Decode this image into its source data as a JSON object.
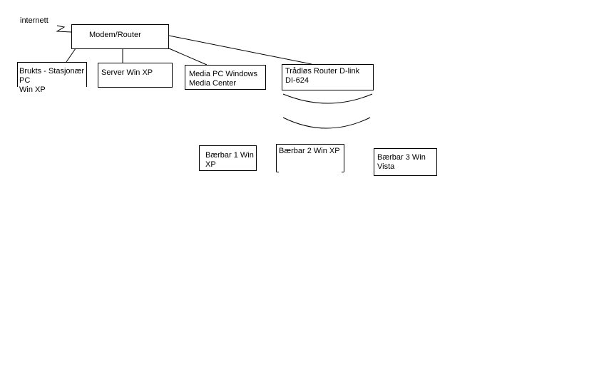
{
  "labels": {
    "internet": "internett",
    "modem_router": "Modem/Router",
    "brukts_pc": "Brukts - Stasjonær\nPC\nWin XP",
    "server": "Server Win XP",
    "media_pc": "Media PC Windows\nMedia Center",
    "wireless_router": "Trådløs Router D-link\nDI-624",
    "laptop_1": "Bærbar 1 Win\nXP",
    "laptop_2": "Bærbar 2 Win XP",
    "laptop_3": "Bærbar 3 Win\nVista"
  },
  "colors": {
    "stroke": "#000000",
    "background": "#ffffff"
  }
}
